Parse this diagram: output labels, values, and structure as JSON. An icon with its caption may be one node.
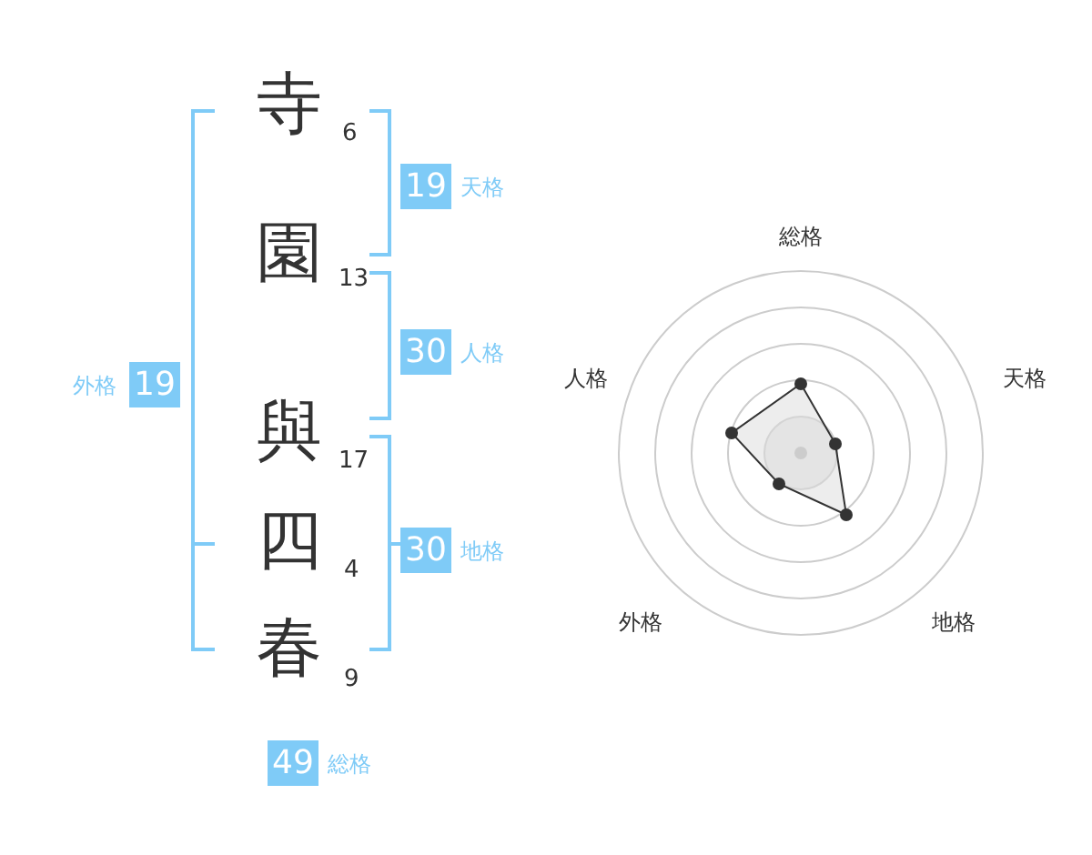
{
  "diagram": {
    "nodes": [
      {
        "text": [
          "19"
        ],
        "beside": [
          "天格"
        ]
      },
      {
        "text": [
          "30"
        ],
        "beside": [
          "人格"
        ]
      },
      {
        "text": [
          "19"
        ],
        "beside": [
          "外格"
        ]
      },
      {
        "text": [
          "30"
        ],
        "beside": [
          "地格"
        ]
      },
      {
        "text": [
          "49"
        ],
        "beside": [
          "総格"
        ]
      }
    ],
    "edges": [],
    "labels": [
      "寺",
      "6",
      "園",
      "13",
      "與",
      "17",
      "四",
      "4",
      "春",
      "9",
      "総格",
      "人格",
      "天格",
      "外格",
      "地格"
    ]
  }
}
